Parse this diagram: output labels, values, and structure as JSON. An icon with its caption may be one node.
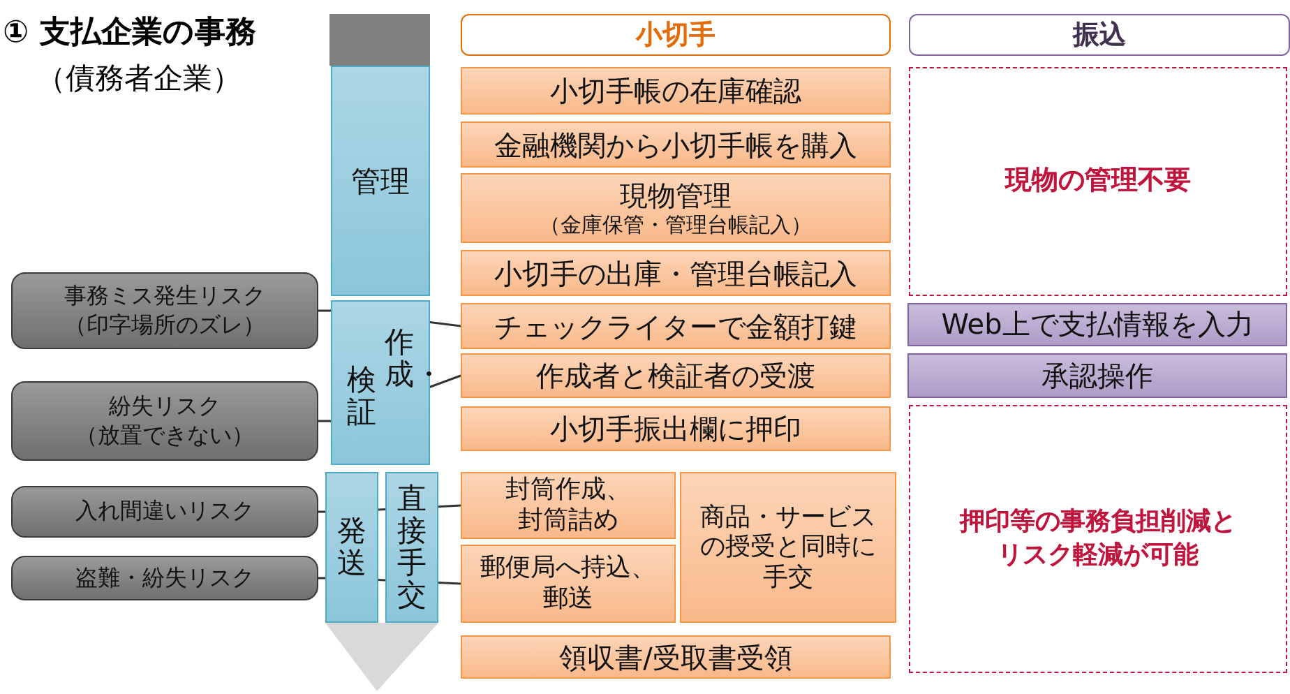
{
  "diagram": {
    "title": "① 支払企業の事務",
    "nodes": [
      {
        "text": [
          "管理"
        ]
      },
      {
        "text": [
          "作成・",
          "検証"
        ]
      },
      {
        "text": [
          "発送"
        ]
      },
      {
        "text": [
          "直接手交"
        ]
      },
      {
        "text": [
          "小切手"
        ]
      },
      {
        "text": [
          "振込"
        ]
      },
      {
        "text": [
          "小切手帳の在庫確認"
        ]
      },
      {
        "text": [
          "金融機関から小切手帳を購入"
        ]
      },
      {
        "text": [
          "現物管理",
          "（金庫保管・管理台帳記入）"
        ]
      },
      {
        "text": [
          "小切手の出庫・管理台帳記入"
        ]
      },
      {
        "text": [
          "チェックライターで金額打鍵"
        ]
      },
      {
        "text": [
          "作成者と検証者の受渡"
        ]
      },
      {
        "text": [
          "小切手振出欄に押印"
        ]
      },
      {
        "text": [
          "封筒作成、封筒詰め"
        ]
      },
      {
        "text": [
          "郵便局へ持込、郵送"
        ]
      },
      {
        "text": [
          "商品・サービスの授受と同時に手交"
        ]
      },
      {
        "text": [
          "領収書/受取書受領"
        ]
      },
      {
        "text": [
          "現物の管理不要"
        ]
      },
      {
        "text": [
          "Web上で支払情報を入力"
        ]
      },
      {
        "text": [
          "承認操作"
        ]
      },
      {
        "text": [
          "押印等の事務負担削減とリスク軽減が可能"
        ]
      },
      {
        "text": [
          "事務ミス発生リスク（印字場所のズレ）"
        ]
      },
      {
        "text": [
          "紛失リスク（放置できない）"
        ]
      },
      {
        "text": [
          "入れ間違いリスク"
        ]
      },
      {
        "text": [
          "盗難・紛失リスク"
        ]
      }
    ],
    "edges": [
      {
        "from": 21,
        "to": 10,
        "arrow": "none"
      },
      {
        "from": 22,
        "to": 11,
        "arrow": "none"
      },
      {
        "from": 23,
        "to": 13,
        "arrow": "none"
      },
      {
        "from": 24,
        "to": 14,
        "arrow": "none"
      }
    ],
    "labels": [
      "（債務者企業）"
    ]
  }
}
